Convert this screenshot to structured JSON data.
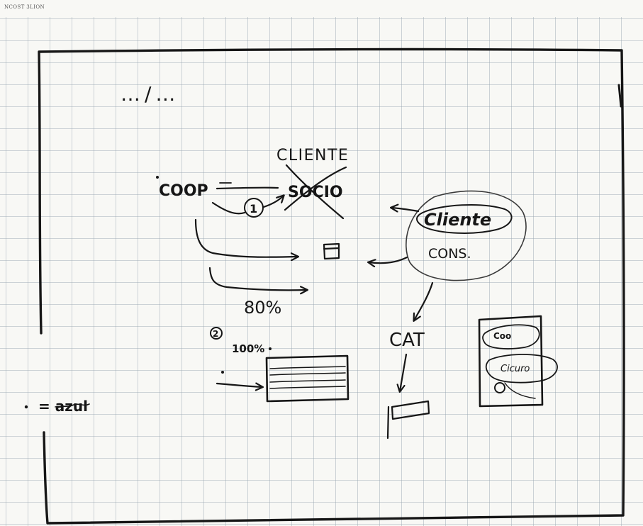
{
  "header": {
    "text": "NCOST 3LION"
  },
  "diagram": {
    "continuation_mark": "…/…",
    "labels": {
      "coop": "COOP",
      "cliente_top": "CLIENTE",
      "socio_crossed": "SOCIO",
      "step_one": "1",
      "cliente_right": "Cliente",
      "cons": "CONS.",
      "eighty_percent": "80%",
      "step_two_marker": "2",
      "hundred_percent": "100%",
      "cat": "CAT",
      "legend_text": "= azul",
      "box_coo": "Coo",
      "box_cicuro": "Cicuro"
    }
  }
}
